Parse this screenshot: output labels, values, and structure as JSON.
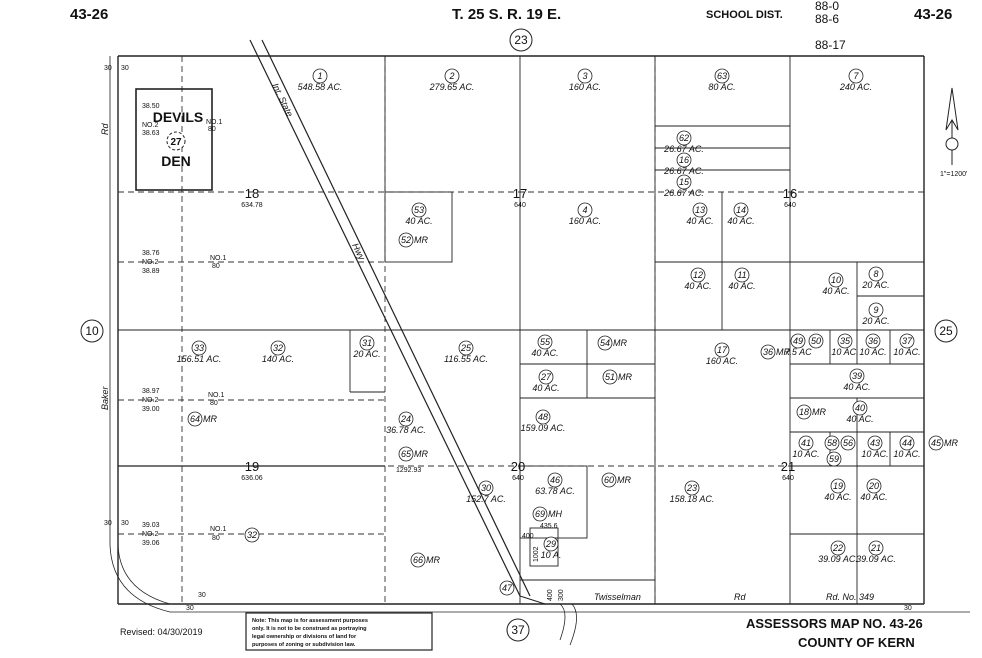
{
  "header": {
    "map_no_left": "43-26",
    "map_no_right": "43-26",
    "township": "T. 25 S. R. 19 E.",
    "school_dist_label": "SCHOOL DIST.",
    "school_dist_values": [
      "88-0",
      "88-6",
      "88-17"
    ]
  },
  "footer": {
    "revised": "Revised: 04/30/2019",
    "note": [
      "Note: This map is for assessment purposes",
      "only. It is not to be construed as portraying",
      "legal ownership or divisions of land for",
      "purposes of zoning or subdivision law."
    ],
    "assessor_title": "ASSESSORS MAP NO. 43-26",
    "county": "COUNTY OF KERN"
  },
  "map": {
    "border_markers": [
      "23",
      "10",
      "25",
      "37"
    ],
    "sections": [
      "18",
      "17",
      "16",
      "19",
      "20",
      "21"
    ],
    "section_acreage": [
      "634.78",
      "640",
      "640",
      "636.06",
      "640",
      "640"
    ],
    "devils_den": [
      "DEVILS",
      "27",
      "DEN"
    ],
    "roads": [
      "Baker",
      "Rd",
      "Int. State",
      "Hwy",
      "Twisselman",
      "Rd",
      "Rd. No. 349"
    ],
    "scale": "1\"=1200'",
    "survey_numbers": [
      "30",
      "30",
      "30",
      "30",
      "30",
      "30",
      "30"
    ],
    "lots": [
      "38.50",
      "NO.2",
      "38.63",
      "NO.1",
      "80",
      "38.76",
      "NO.2",
      "38.89",
      "NO.1",
      "80",
      "38.97",
      "NO.2",
      "39.00",
      "NO.1",
      "80",
      "39.03",
      "NO.2",
      "39.06",
      "NO.1",
      "80"
    ],
    "dims": [
      "1292.93",
      "435.6",
      "400",
      "1002",
      "400",
      "300"
    ],
    "parcels": [
      {
        "num": "1",
        "ac": "548.58 AC."
      },
      {
        "num": "2",
        "ac": "279.65 AC."
      },
      {
        "num": "3",
        "ac": "160 AC."
      },
      {
        "num": "63",
        "ac": "80 AC."
      },
      {
        "num": "7",
        "ac": "240 AC."
      },
      {
        "num": "62",
        "ac": "26.67 AC."
      },
      {
        "num": "16",
        "ac": "26.67 AC."
      },
      {
        "num": "15",
        "ac": "26.67 AC."
      },
      {
        "num": "53",
        "ac": "40 AC."
      },
      {
        "num": "52",
        "ac": "MR"
      },
      {
        "num": "4",
        "ac": "160 AC."
      },
      {
        "num": "13",
        "ac": "40 AC."
      },
      {
        "num": "14",
        "ac": "40 AC."
      },
      {
        "num": "12",
        "ac": "40 AC."
      },
      {
        "num": "11",
        "ac": "40 AC."
      },
      {
        "num": "10",
        "ac": "40 AC."
      },
      {
        "num": "8",
        "ac": "20 AC."
      },
      {
        "num": "9",
        "ac": "20 AC."
      },
      {
        "num": "33",
        "ac": "156.51 AC."
      },
      {
        "num": "32",
        "ac": "140 AC."
      },
      {
        "num": "31",
        "ac": "20 AC."
      },
      {
        "num": "25",
        "ac": "116.55 AC."
      },
      {
        "num": "55",
        "ac": "40 AC."
      },
      {
        "num": "54",
        "ac": "MR"
      },
      {
        "num": "17",
        "ac": "160 AC."
      },
      {
        "num": "36",
        "ac": "MR"
      },
      {
        "num": "49",
        "ac": "7.5 AC"
      },
      {
        "num": "50",
        "ac": ""
      },
      {
        "num": "35",
        "ac": "10 AC."
      },
      {
        "num": "36",
        "ac": "10 AC."
      },
      {
        "num": "37",
        "ac": "10 AC."
      },
      {
        "num": "27",
        "ac": "40 AC."
      },
      {
        "num": "51",
        "ac": "MR"
      },
      {
        "num": "39",
        "ac": "40 AC."
      },
      {
        "num": "64",
        "ac": "MR"
      },
      {
        "num": "24",
        "ac": "36.78 AC."
      },
      {
        "num": "48",
        "ac": "159.09 AC."
      },
      {
        "num": "18",
        "ac": "MR"
      },
      {
        "num": "40",
        "ac": "40 AC."
      },
      {
        "num": "65",
        "ac": "MR"
      },
      {
        "num": "41",
        "ac": "10 AC."
      },
      {
        "num": "58",
        "ac": ""
      },
      {
        "num": "56",
        "ac": ""
      },
      {
        "num": "59",
        "ac": ""
      },
      {
        "num": "43",
        "ac": "10 AC."
      },
      {
        "num": "44",
        "ac": "10 AC."
      },
      {
        "num": "45",
        "ac": "MR"
      },
      {
        "num": "30",
        "ac": "152.7 AC."
      },
      {
        "num": "46",
        "ac": "63.78 AC."
      },
      {
        "num": "69",
        "ac": "MH"
      },
      {
        "num": "60",
        "ac": "MR"
      },
      {
        "num": "23",
        "ac": "158.18 AC."
      },
      {
        "num": "19",
        "ac": "40 AC."
      },
      {
        "num": "20",
        "ac": "40 AC."
      },
      {
        "num": "29",
        "ac": "10 A."
      },
      {
        "num": "32",
        "ac": ""
      },
      {
        "num": "66",
        "ac": "MR"
      },
      {
        "num": "47",
        "ac": ""
      },
      {
        "num": "22",
        "ac": "39.09 AC."
      },
      {
        "num": "21",
        "ac": "39.09 AC."
      }
    ]
  }
}
